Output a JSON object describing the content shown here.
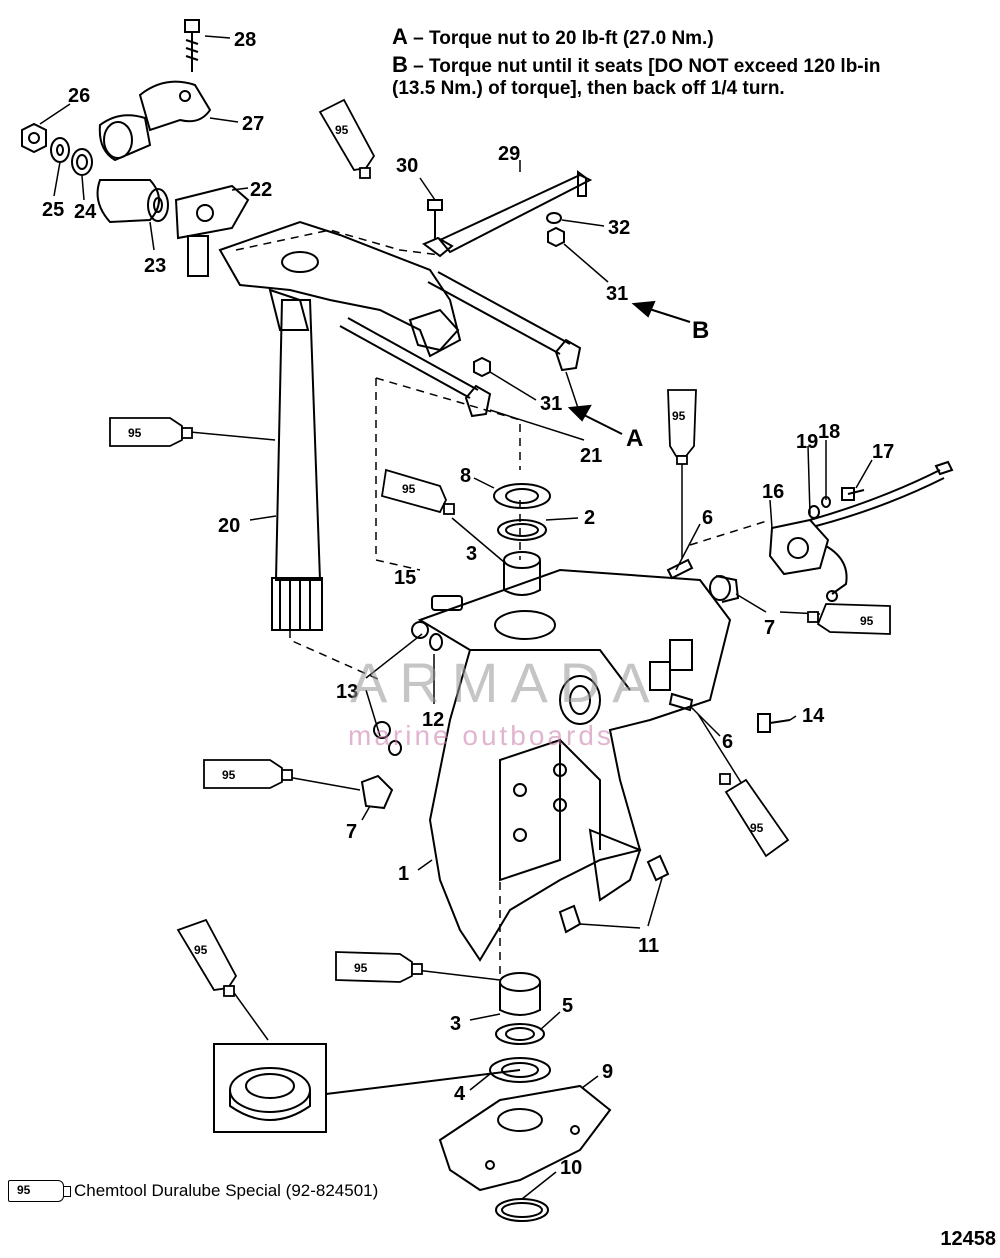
{
  "notes": [
    {
      "key": "A",
      "text": " – Torque nut to 20 lb-ft (27.0 Nm.)"
    },
    {
      "key": "B",
      "text": " – Torque nut until it seats [DO NOT exceed 120 lb-in"
    },
    {
      "key": "",
      "text": "(13.5 Nm.) of torque], then back off 1/4 turn."
    }
  ],
  "callouts": [
    "1",
    "2",
    "3",
    "3",
    "4",
    "5",
    "6",
    "6",
    "7",
    "7",
    "8",
    "9",
    "10",
    "11",
    "12",
    "13",
    "14",
    "15",
    "16",
    "17",
    "18",
    "19",
    "20",
    "21",
    "22",
    "23",
    "24",
    "25",
    "26",
    "27",
    "28",
    "29",
    "30",
    "31",
    "31",
    "32"
  ],
  "letters": [
    "A",
    "B"
  ],
  "lubricant": {
    "code": "95",
    "name": "Chemtool Duralube Special (92-824501)"
  },
  "figure_id": "12458",
  "watermark": {
    "brand": "ARMADA",
    "tagline": "marine outboards"
  },
  "colors": {
    "ink": "#000000",
    "paper": "#ffffff",
    "watermark_pink": "#d48ab8"
  }
}
